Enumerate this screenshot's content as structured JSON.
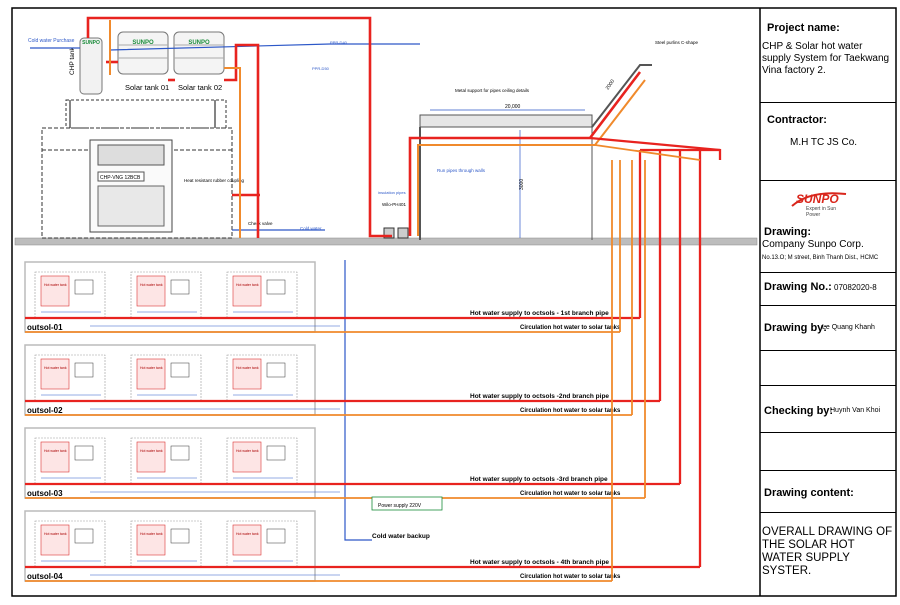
{
  "diagram": {
    "tanks": {
      "tank1": "Solar tank 01",
      "tank2": "Solar tank 02",
      "brand": "SUNPO"
    },
    "chp": {
      "tank_label": "CHP tank",
      "model": "CHP-VNG 12BCB",
      "rubber": "Heat resistant rubber coupling"
    },
    "labels": {
      "cold_water_purchase": "Cold water Purchase",
      "steel_purlins": "Steel purlins C-shape",
      "metal_support": "Metal support for pipes ceiling details",
      "pipes_through": "Run pipes through walls",
      "check_valve": "Check valve",
      "cold_water": "Cold water",
      "wilo": "Wilo-PH401",
      "dim_20000": "20,000",
      "dim_3000": "3000",
      "dim_2000": "2000",
      "ppr_d40": "PPR-D40",
      "ppr_d50": "PPR-D50",
      "insulation": "insulation pipes",
      "power_supply": "Power supply 220V",
      "outsol_item": "Hot water tank"
    },
    "outsols": [
      {
        "name": "outsol-01",
        "hot": "Hot water supply to octsols - 1st branch pipe",
        "circ": "Circulation hot water to solar tanks"
      },
      {
        "name": "outsol-02",
        "hot": "Hot water supply to octsols -2nd branch pipe",
        "circ": "Circulation hot water to solar tanks"
      },
      {
        "name": "outsol-03",
        "hot": "Hot water supply to octsols -3rd branch pipe",
        "circ": "Circulation hot water to solar tanks"
      },
      {
        "name": "outsol-04",
        "hot": "Hot water supply to octsols - 4th branch pipe",
        "circ": "Circulation hot water to solar tanks"
      }
    ],
    "cold_backup": "Cold water backup"
  },
  "titleblock": {
    "project_name_label": "Project name:",
    "project_name": "CHP & Solar hot water supply System for Taekwang Vina factory 2.",
    "contractor_label": "Contractor:",
    "contractor": "M.H TC JS Co.",
    "logo_text": "SUNPO",
    "logo_tagline": "Expert in Sun Power",
    "drawing_label": "Drawing:",
    "drawing_company": "Company Sunpo Corp.",
    "drawing_address": "No.13.O; M street, Binh Thanh Dist., HCMC",
    "drawing_no_label": "Drawing No.:",
    "drawing_no": "07082020-8",
    "drawing_by_label": "Drawing by:",
    "drawing_by": "Le Quang Khanh",
    "checking_by_label": "Checking by:",
    "checking_by": "Huynh Van Khoi",
    "content_label": "Drawing content:",
    "content": "OVERALL DRAWING OF THE SOLAR HOT WATER SUPPLY SYSTER."
  },
  "colors": {
    "hot_pipe": "#e8231f",
    "circ_pipe": "#f08a2c",
    "cold_pipe": "#2d58c8",
    "accent": "#d9261c"
  }
}
